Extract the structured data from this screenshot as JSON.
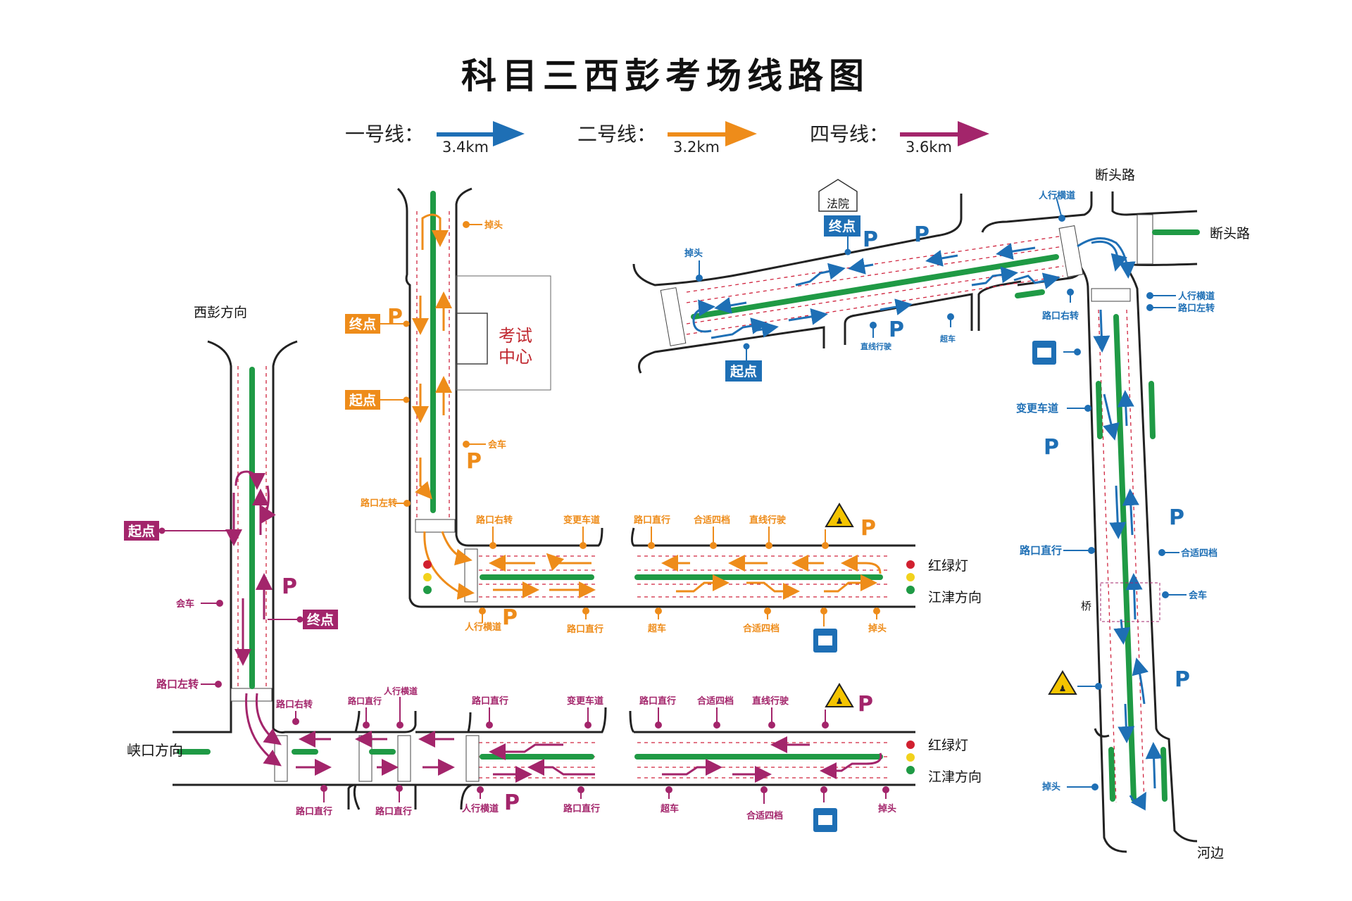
{
  "title": "科目三西彭考场线路图",
  "legend": [
    {
      "label": "一号线：",
      "distance": "3.4km",
      "color": "#1e6fb5"
    },
    {
      "label": "二号线：",
      "distance": "3.2km",
      "color": "#ee8c1a"
    },
    {
      "label": "四号线：",
      "distance": "3.6km",
      "color": "#a3256b"
    }
  ],
  "colors": {
    "line1": "#1e6fb5",
    "line2": "#ee8c1a",
    "line4": "#a3256b",
    "median": "#1f9a45",
    "road": "#222222",
    "lane": "#d0253f"
  },
  "places": {
    "xipeng": "西彭方向",
    "xiakou": "峡口方向",
    "jiangjin_a": "江津方向",
    "jiangjin_b": "江津方向",
    "duantou_a": "断头路",
    "duantou_b": "断头路",
    "hebian": "河边",
    "bridge": "桥",
    "court": "法院",
    "exam_center_1": "考试",
    "exam_center_2": "中心",
    "traffic_light_a": "红绿灯",
    "traffic_light_b": "红绿灯"
  },
  "tags": {
    "line1_start": "起点",
    "line1_end": "终点",
    "line2_start": "起点",
    "line2_end": "终点",
    "line4_start": "起点",
    "line4_end": "终点"
  },
  "line2_labels": {
    "uturn_top": "掉头",
    "meet_car": "会车",
    "left_turn": "路口左转",
    "right_turn": "路口右转",
    "change_lane": "变更车道",
    "straight_1": "路口直行",
    "fourth_gear_1": "合适四档",
    "straight_drive": "直线行驶",
    "crosswalk": "人行横道",
    "straight_2": "路口直行",
    "overtake": "超车",
    "fourth_gear_2": "合适四档",
    "uturn": "掉头"
  },
  "line4_labels": {
    "meet_car": "会车",
    "left_turn": "路口左转",
    "right_turn": "路口右转",
    "straight_a": "路口直行",
    "crosswalk_top": "人行横道",
    "straight_b": "路口直行",
    "change_lane": "变更车道",
    "straight_c": "路口直行",
    "fourth_gear_1": "合适四档",
    "straight_drive": "直线行驶",
    "straight_d": "路口直行",
    "straight_e": "路口直行",
    "crosswalk": "人行横道",
    "straight_f": "路口直行",
    "overtake": "超车",
    "fourth_gear_2": "合适四档",
    "uturn": "掉头"
  },
  "line1_labels": {
    "uturn_top": "掉头",
    "straight_drive": "直线行驶",
    "overtake": "超车",
    "crosswalk": "人行横道",
    "right_turn": "路口右转",
    "crosswalk_r": "人行横道",
    "left_turn": "路口左转",
    "change_lane": "变更车道",
    "straight": "路口直行",
    "fourth_gear": "合适四档",
    "meet_car": "会车",
    "uturn": "掉头"
  },
  "parking": "P"
}
